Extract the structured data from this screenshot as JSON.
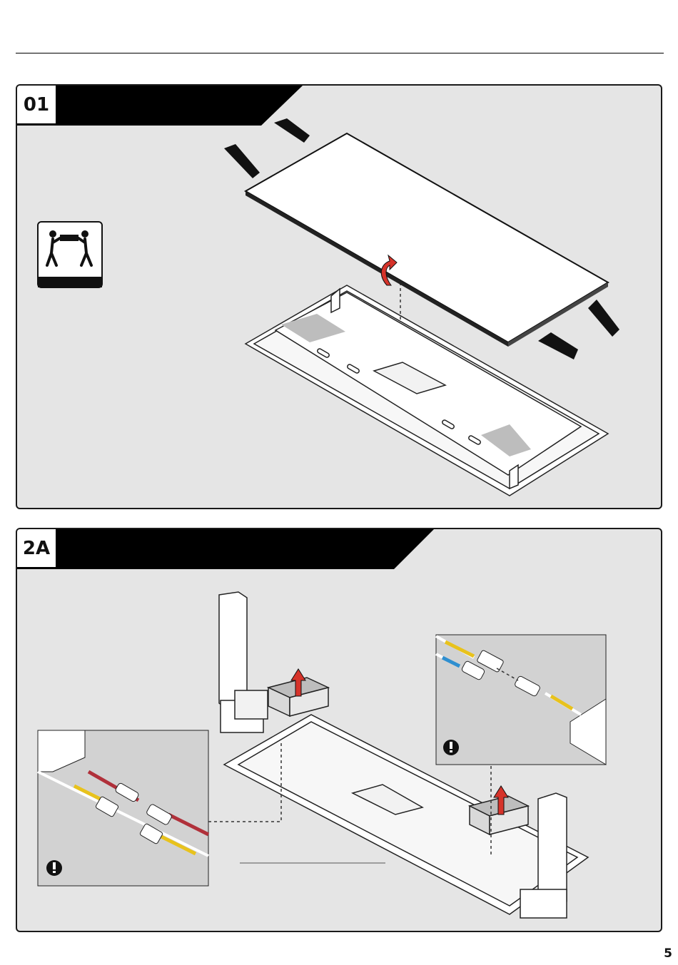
{
  "steps": [
    {
      "label": "01"
    },
    {
      "label": "2A"
    }
  ],
  "page": {
    "number": "5"
  },
  "icons": {
    "two_person_lift": "two-person-lift-icon",
    "warning_1": "exclamation-icon",
    "warning_2": "exclamation-icon",
    "rotate_arrow": "curved-arrow-icon",
    "lift_arrow_1": "up-arrow-icon",
    "lift_arrow_2": "up-arrow-icon"
  },
  "colors": {
    "panel_bg": "#e5e5e5",
    "header_bar": "#000000",
    "arrow_red": "#d6332a",
    "cable_red": "#b0303a",
    "cable_yellow": "#e8c21c",
    "cable_blue": "#2f8fd0"
  }
}
